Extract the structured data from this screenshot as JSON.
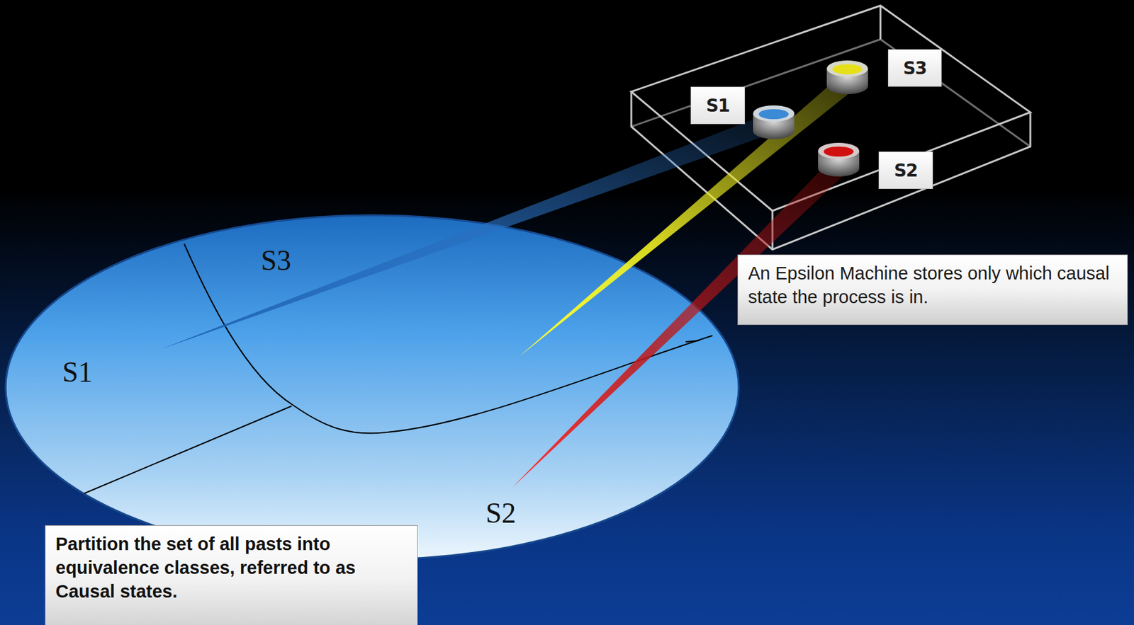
{
  "diagram": {
    "nodes": [
      {
        "text": [
          "S3"
        ]
      },
      {
        "text": [
          "S1"
        ]
      },
      {
        "text": [
          "S2"
        ]
      },
      {
        "text": [
          "An Epsilon Machine stores only which causal state the process is in."
        ]
      },
      {
        "text": [
          "Partition the set of all pasts into equivalence classes, referred to as Causal states."
        ]
      }
    ],
    "labels": [
      "S3",
      "S1",
      "S2"
    ]
  }
}
